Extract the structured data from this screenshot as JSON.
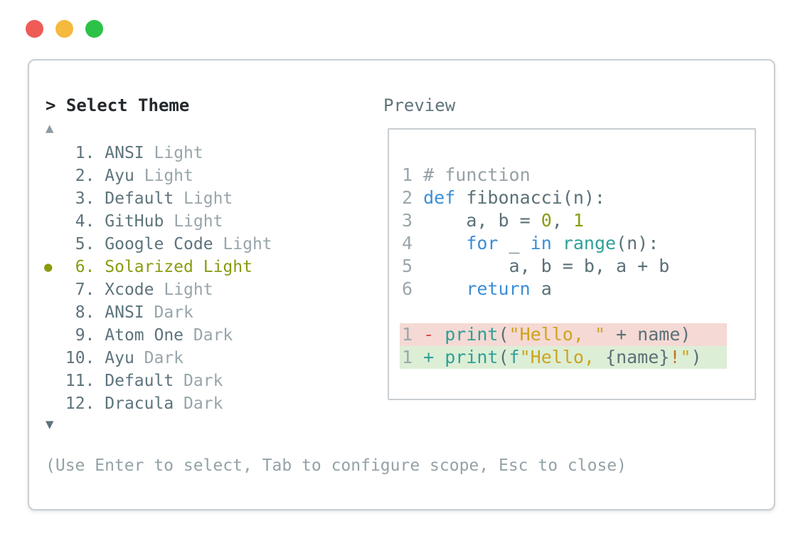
{
  "window": {
    "traffic_lights": [
      {
        "name": "close",
        "color": "#ef5b56"
      },
      {
        "name": "minimize",
        "color": "#f5b93d"
      },
      {
        "name": "zoom",
        "color": "#2cc248"
      }
    ]
  },
  "panel": {
    "title": "> Select Theme",
    "up_arrow": "▲",
    "down_arrow": "▼",
    "hint": "(Use Enter to select, Tab to configure scope, Esc to close)",
    "selected_bullet": "●"
  },
  "theme_list": {
    "items": [
      {
        "num": "1",
        "name": "ANSI",
        "variant": "Light",
        "selected": false
      },
      {
        "num": "2",
        "name": "Ayu",
        "variant": "Light",
        "selected": false
      },
      {
        "num": "3",
        "name": "Default",
        "variant": "Light",
        "selected": false
      },
      {
        "num": "4",
        "name": "GitHub",
        "variant": "Light",
        "selected": false
      },
      {
        "num": "5",
        "name": "Google Code",
        "variant": "Light",
        "selected": false
      },
      {
        "num": "6",
        "name": "Solarized",
        "variant": "Light",
        "selected": true
      },
      {
        "num": "7",
        "name": "Xcode",
        "variant": "Light",
        "selected": false
      },
      {
        "num": "8",
        "name": "ANSI",
        "variant": "Dark",
        "selected": false
      },
      {
        "num": "9",
        "name": "Atom One",
        "variant": "Dark",
        "selected": false
      },
      {
        "num": "10",
        "name": "Ayu",
        "variant": "Dark",
        "selected": false
      },
      {
        "num": "11",
        "name": "Default",
        "variant": "Dark",
        "selected": false
      },
      {
        "num": "12",
        "name": "Dracula",
        "variant": "Dark",
        "selected": false
      }
    ]
  },
  "preview": {
    "label": "Preview",
    "code_lines": [
      {
        "num": "1",
        "tokens": [
          [
            "comment",
            "# function"
          ]
        ]
      },
      {
        "num": "2",
        "tokens": [
          [
            "blue",
            "def"
          ],
          [
            "slate",
            " fibonacci(n):"
          ]
        ]
      },
      {
        "num": "3",
        "tokens": [
          [
            "slate",
            "    a, b = "
          ],
          [
            "olive",
            "0"
          ],
          [
            "slate",
            ", "
          ],
          [
            "olive",
            "1"
          ]
        ]
      },
      {
        "num": "4",
        "tokens": [
          [
            "slate",
            "    "
          ],
          [
            "blue",
            "for"
          ],
          [
            "slate",
            " _ "
          ],
          [
            "blue",
            "in"
          ],
          [
            "slate",
            " "
          ],
          [
            "teal",
            "range"
          ],
          [
            "slate",
            "(n):"
          ]
        ]
      },
      {
        "num": "5",
        "tokens": [
          [
            "slate",
            "        a, b = b, a + b"
          ]
        ]
      },
      {
        "num": "6",
        "tokens": [
          [
            "slate",
            "    "
          ],
          [
            "blue",
            "return"
          ],
          [
            "slate",
            " a"
          ]
        ]
      },
      {
        "num": "",
        "tokens": []
      },
      {
        "num": "1",
        "bg": "#f5d9d4",
        "tokens": [
          [
            "red",
            "- "
          ],
          [
            "teal",
            "print"
          ],
          [
            "slate",
            "("
          ],
          [
            "gold",
            "\"Hello, \""
          ],
          [
            "slate",
            " + name)"
          ]
        ]
      },
      {
        "num": "1",
        "bg": "#ddeed6",
        "tokens": [
          [
            "teal",
            "+ "
          ],
          [
            "teal",
            "print"
          ],
          [
            "slate",
            "("
          ],
          [
            "teal",
            "f"
          ],
          [
            "gold",
            "\"Hello, "
          ],
          [
            "slate",
            "{name}"
          ],
          [
            "orange",
            "!"
          ],
          [
            "gold",
            "\""
          ],
          [
            "slate",
            ")"
          ]
        ]
      }
    ]
  },
  "colors": {
    "slate": "#5b7078",
    "comment": "#95a1a5",
    "lineno": "#9ba7ac",
    "blue": "#3b8ed6",
    "teal": "#2fa097",
    "olive": "#8a9b10",
    "gold": "#cda41e",
    "orange": "#c86f1e",
    "red": "#dc4a41",
    "list_selected": "#8a9b10"
  }
}
